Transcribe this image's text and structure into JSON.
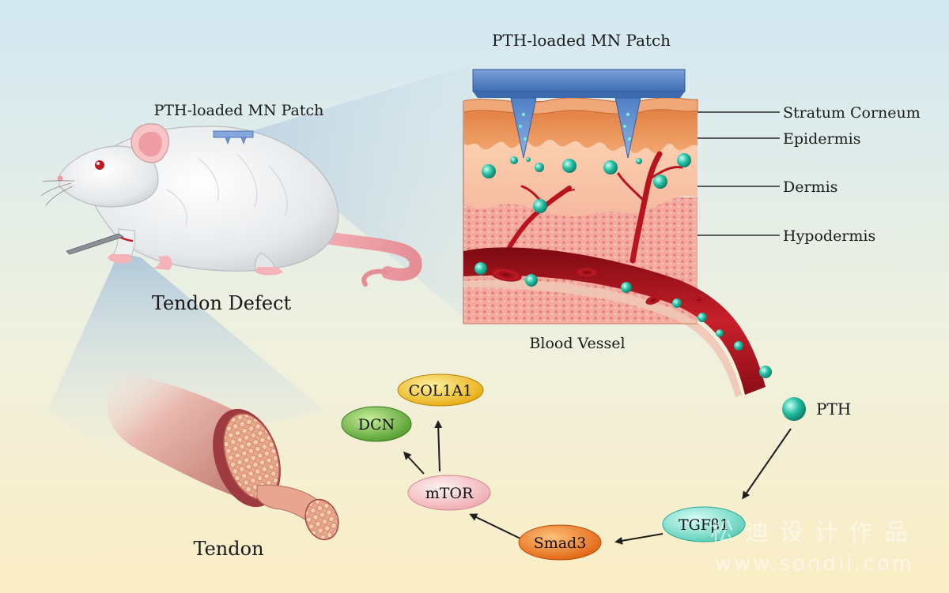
{
  "labels": {
    "mouse_patch": "PTH-loaded MN Patch",
    "top_patch": "PTH-loaded MN Patch",
    "tendon_defect": "Tendon Defect",
    "tendon": "Tendon",
    "blood_vessel": "Blood Vessel",
    "pth": "PTH"
  },
  "skin_layers": [
    "Stratum Corneum",
    "Epidermis",
    "Dermis",
    "Hypodermis"
  ],
  "pathway": {
    "tgfb1": "TGFβ1",
    "smad3": "Smad3",
    "mtor": "mTOR",
    "dcn": "DCN",
    "col1a1": "COL1A1"
  },
  "watermark": {
    "line1": "松迪设计作品",
    "line2": "www.sondii.com"
  },
  "colors": {
    "pth_particle": "#1fb59a",
    "tgfb1": "#7fe0cf",
    "smad3": "#f07a1e",
    "mtor": "#f6c9cc",
    "dcn": "#6fb546",
    "col1a1": "#f2c21a",
    "vessel": "#b8141f",
    "patch": "#5a84c6"
  }
}
